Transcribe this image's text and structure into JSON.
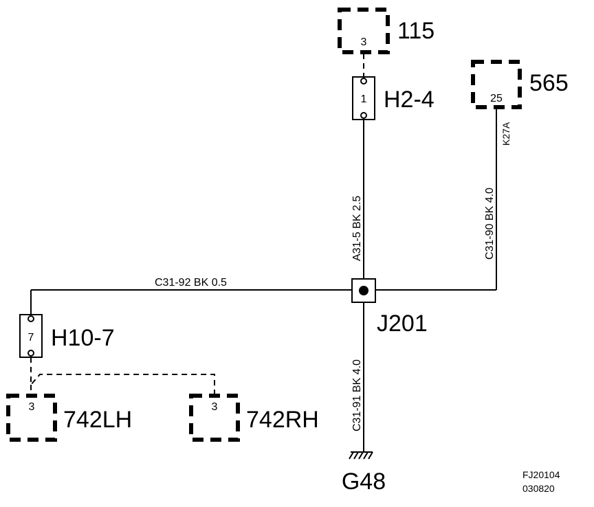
{
  "components": {
    "c115": {
      "pin": "3",
      "label": "115"
    },
    "c565": {
      "pin": "25",
      "label": "565"
    },
    "c742lh": {
      "pin": "3",
      "label": "742LH"
    },
    "c742rh": {
      "pin": "3",
      "label": "742RH"
    }
  },
  "connectors": {
    "h2_4": {
      "pin": "1",
      "label": "H2-4"
    },
    "h10_7": {
      "pin": "7",
      "label": "H10-7"
    }
  },
  "splice": {
    "label": "J201"
  },
  "ground": {
    "label": "G48"
  },
  "wires": {
    "a31_5": "A31-5  BK  2.5",
    "c31_90": "C31-90  BK  4.0",
    "k27a": "K27A",
    "c31_92": "C31-92  BK    0.5",
    "c31_91": "C31-91  BK  4.0"
  },
  "reference": {
    "line1": "FJ20104",
    "line2": "030820"
  }
}
